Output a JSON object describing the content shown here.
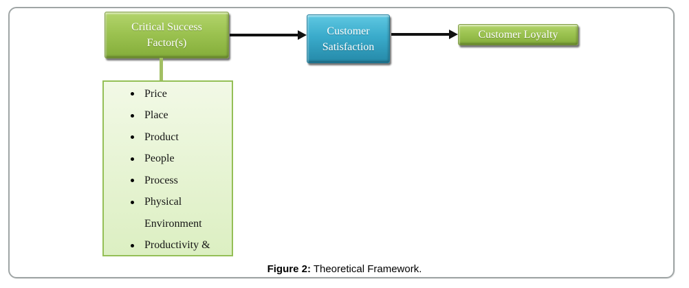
{
  "boxes": {
    "csf": {
      "line1": "Critical Success",
      "line2": "Factor(s)"
    },
    "satisfaction": {
      "line1": "Customer",
      "line2": "Satisfaction"
    },
    "loyalty": {
      "label": "Customer Loyalty"
    }
  },
  "factors": [
    {
      "text": "Price"
    },
    {
      "text": "Place"
    },
    {
      "text": "Product"
    },
    {
      "text": "People"
    },
    {
      "text": "Process"
    },
    {
      "text": "Physical",
      "wrap": "Environment"
    },
    {
      "text": "Productivity &"
    }
  ],
  "caption": {
    "label": "Figure 2:",
    "text": " Theoretical Framework."
  },
  "colors": {
    "green_box_top": "#b3d46c",
    "green_box_bottom": "#84ad3a",
    "blue_box_top": "#5fc8e2",
    "blue_box_bottom": "#2589a8",
    "list_border": "#94bf56",
    "list_bg_top": "#f2f9e6",
    "list_bg_bottom": "#dcefc2",
    "connector": "#a2bf63",
    "arrow": "#111111",
    "frame_border": "#9fa5a5"
  }
}
